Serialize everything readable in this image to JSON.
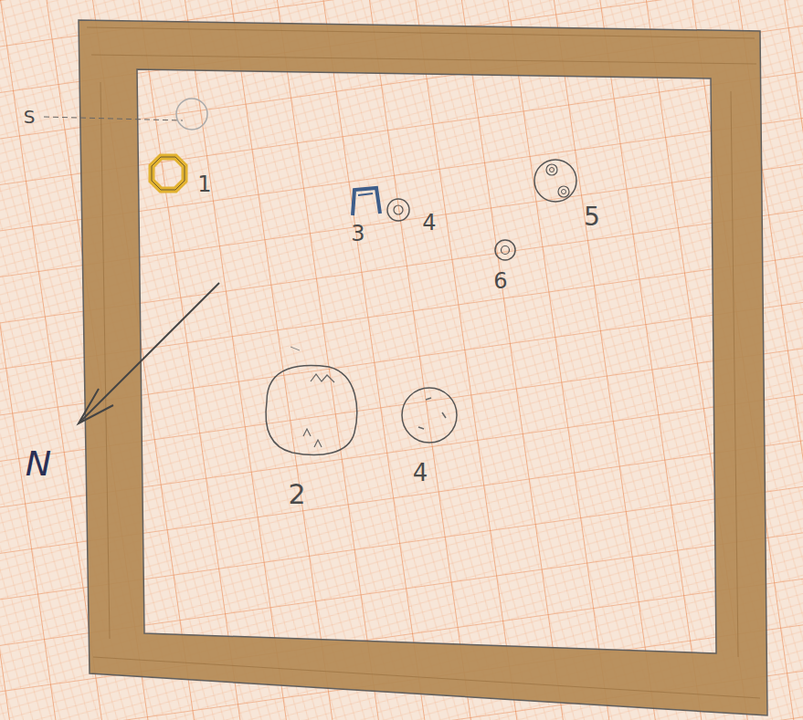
{
  "diagram": {
    "labels": [
      "S",
      "1",
      "3",
      "4",
      "5",
      "6",
      "2",
      "4",
      "N"
    ]
  }
}
